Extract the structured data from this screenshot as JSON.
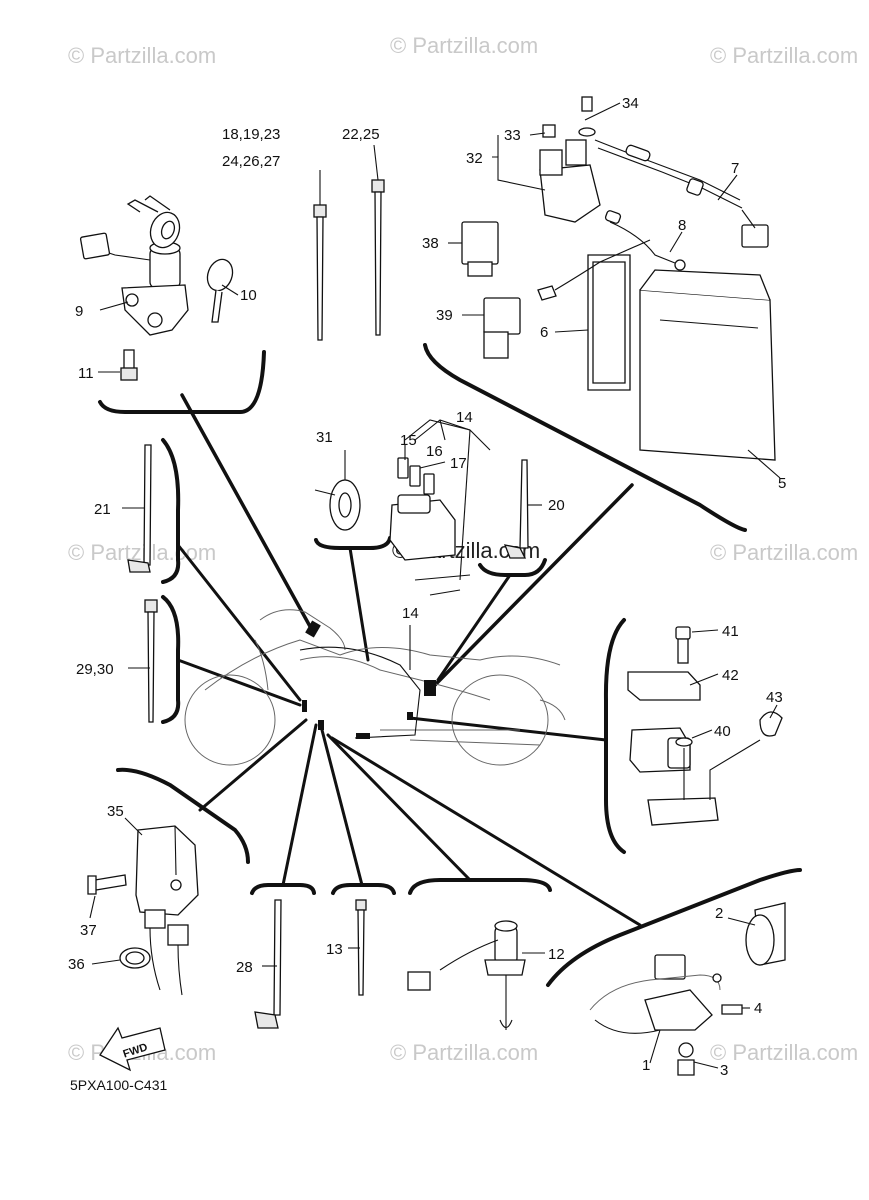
{
  "watermark": {
    "text": "© Partzilla.com",
    "center_text": "© Partzilla.com"
  },
  "diagram_code": "5PXA100-C431",
  "fwd_label": "FWD",
  "callouts": {
    "c1": "1",
    "c2": "2",
    "c3": "3",
    "c4": "4",
    "c5": "5",
    "c6": "6",
    "c7": "7",
    "c8": "8",
    "c9": "9",
    "c10": "10",
    "c11": "11",
    "c12": "12",
    "c13": "13",
    "c14a": "14",
    "c14b": "14",
    "c15": "15",
    "c16": "16",
    "c17": "17",
    "c18": "18,19,23",
    "c24": "24,26,27",
    "c22": "22,25",
    "c20": "20",
    "c21": "21",
    "c28": "28",
    "c29": "29,30",
    "c31": "31",
    "c32": "32",
    "c33": "33",
    "c34": "34",
    "c35": "35",
    "c36": "36",
    "c37": "37",
    "c38": "38",
    "c39": "39",
    "c40": "40",
    "c41": "41",
    "c42": "42",
    "c43": "43"
  }
}
